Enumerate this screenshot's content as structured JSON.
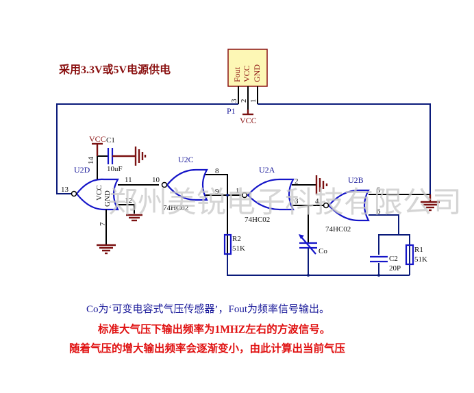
{
  "title_note": "采用3.3V或5V电源供电",
  "connector": {
    "ref": "P1",
    "pins": [
      {
        "num": "3",
        "name": "Fout"
      },
      {
        "num": "2",
        "name": "VCC"
      },
      {
        "num": "1",
        "name": "GND"
      }
    ],
    "power_label": "VCC",
    "body_color": "#fdf7b5"
  },
  "gates": [
    {
      "ref": "U2D",
      "part": "",
      "pins": {
        "out": "13",
        "in_a": "11",
        "in_b": "12",
        "vcc": "14",
        "gnd": "7"
      },
      "inner_labels": [
        "VCC",
        "GND"
      ]
    },
    {
      "ref": "U2C",
      "part": "74HC02",
      "pins": {
        "out": "10",
        "in_a": "8",
        "in_b": "9"
      }
    },
    {
      "ref": "U2A",
      "part": "74HC02",
      "pins": {
        "out": "1",
        "in_a": "2",
        "in_b": "3"
      }
    },
    {
      "ref": "U2B",
      "part": "74HC02",
      "pins": {
        "out": "4",
        "in_a": "5",
        "in_b": "6"
      }
    }
  ],
  "components": {
    "c1": {
      "ref": "C1",
      "value": "10uF",
      "power": "VCC"
    },
    "r2": {
      "ref": "R2",
      "value": "51K"
    },
    "co": {
      "ref": "Co"
    },
    "c2": {
      "ref": "C2",
      "value": "20P"
    },
    "r1": {
      "ref": "R1",
      "value": "51K"
    }
  },
  "watermark": "郑州美锐电子科技有限公司",
  "notes": [
    "Co为‘可变电容式气压传感器’，Fout为频率信号输出。",
    "标准大气压下输出频率为1MHZ左右的方波信号。",
    "随着气压的增大输出频率会逐渐变小，由此计算出当前气压"
  ],
  "colors": {
    "wire": "#0a1a7a",
    "gate": "#1515c8",
    "ground": "#7a1010",
    "note_red": "#e01010",
    "note_blue": "#1a1a9a"
  }
}
